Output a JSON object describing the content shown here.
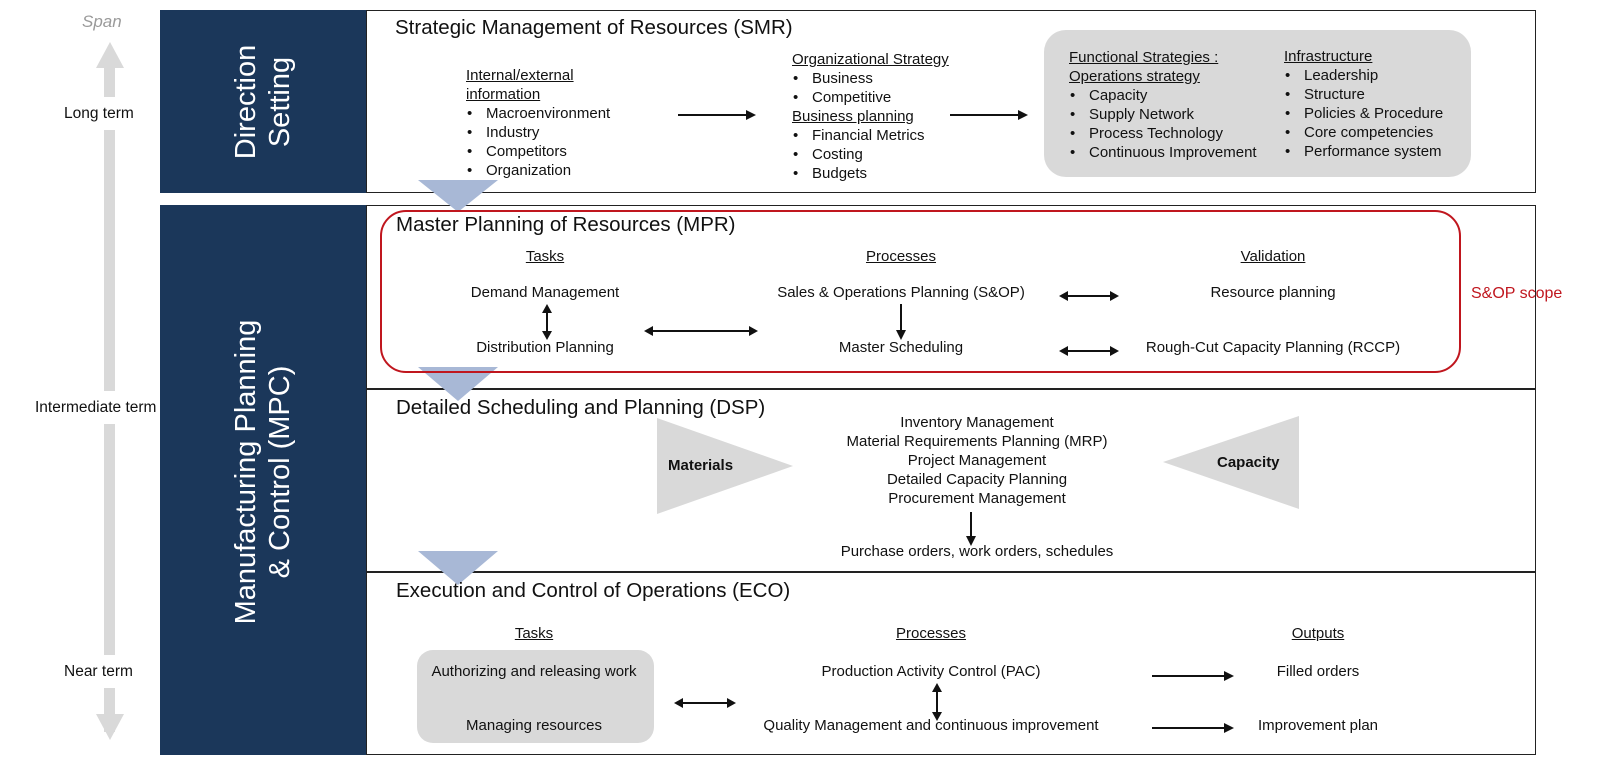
{
  "span": {
    "label": "Span",
    "long": "Long term",
    "intermediate": "Intermediate term",
    "near": "Near term"
  },
  "sidebars": {
    "direction": [
      "Direction",
      "Setting"
    ],
    "mpc": [
      "Manufacturing Planning",
      "& Control (MPC)"
    ]
  },
  "smr": {
    "title": "Strategic Management of Resources (SMR)",
    "info_heading": [
      "Internal/external",
      "information"
    ],
    "info_items": [
      "Macroenvironment",
      "Industry",
      "Competitors",
      "Organization"
    ],
    "org_strategy_heading": "Organizational Strategy",
    "org_strategy_items": [
      "Business",
      "Competitive"
    ],
    "business_planning_heading": "Business planning",
    "business_planning_items": [
      "Financial Metrics",
      "Costing",
      "Budgets"
    ],
    "functional_heading": [
      "Functional Strategies :",
      "Operations strategy"
    ],
    "functional_items": [
      "Capacity",
      "Supply Network",
      "Process Technology",
      "Continuous Improvement"
    ],
    "infrastructure_heading": "Infrastructure",
    "infrastructure_items": [
      "Leadership",
      "Structure",
      "Policies & Procedure",
      "Core competencies",
      "Performance system"
    ]
  },
  "mpr": {
    "title": "Master Planning of Resources (MPR)",
    "tasks_heading": "Tasks",
    "processes_heading": "Processes",
    "validation_heading": "Validation",
    "demand_management": "Demand Management",
    "distribution_planning": "Distribution Planning",
    "sop": "Sales & Operations Planning (S&OP)",
    "master_scheduling": "Master Scheduling",
    "resource_planning": "Resource planning",
    "rccp": "Rough-Cut Capacity Planning (RCCP)",
    "scope_label": "S&OP scope",
    "scope_color": "#c0161e"
  },
  "dsp": {
    "title": "Detailed Scheduling and Planning (DSP)",
    "materials": "Materials",
    "capacity": "Capacity",
    "items": [
      "Inventory Management",
      "Material Requirements Planning (MRP)",
      "Project Management",
      "Detailed Capacity Planning",
      "Procurement Management"
    ],
    "output": "Purchase orders, work orders, schedules"
  },
  "eco": {
    "title": "Execution and Control of Operations (ECO)",
    "tasks_heading": "Tasks",
    "processes_heading": "Processes",
    "outputs_heading": "Outputs",
    "task_authorizing": "Authorizing and releasing work",
    "task_managing": "Managing resources",
    "pac": "Production Activity Control (PAC)",
    "quality": "Quality Management and continuous improvement",
    "filled_orders": "Filled orders",
    "improvement_plan": "Improvement plan"
  },
  "colors": {
    "navy": "#1b375a",
    "grey": "#d9d9d9",
    "funnel": "#a8b8d6"
  }
}
